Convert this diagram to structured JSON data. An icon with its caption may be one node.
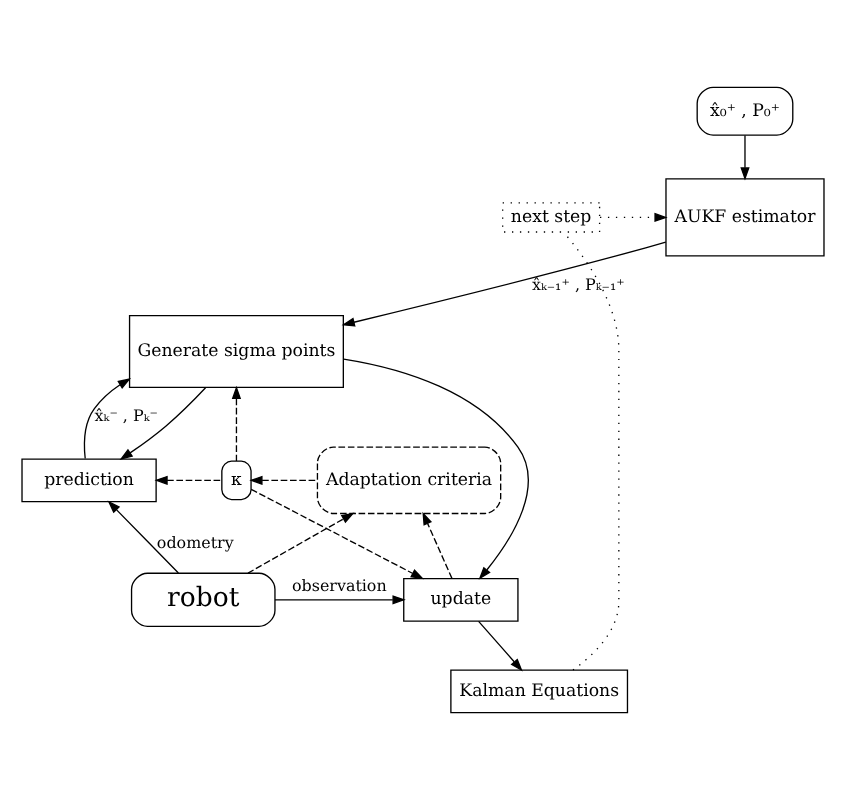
{
  "diagram": {
    "nodes": [
      {
        "text": [
          "x̂₀⁺ , P₀⁺"
        ]
      },
      {
        "text": [
          "AUKF estimator"
        ]
      },
      {
        "text": [
          "next step"
        ]
      },
      {
        "text": [
          "Generate sigma points"
        ]
      },
      {
        "text": [
          "prediction"
        ]
      },
      {
        "text": [
          "κ"
        ]
      },
      {
        "text": [
          "Adaptation criteria"
        ]
      },
      {
        "text": [
          "robot"
        ]
      },
      {
        "text": [
          "update"
        ]
      },
      {
        "text": [
          "Kalman Equations"
        ]
      }
    ],
    "edges": [
      {
        "from": 0,
        "to": 1,
        "arrow": "to"
      },
      {
        "from": 2,
        "to": 1,
        "arrow": "to",
        "style": "dashed"
      },
      {
        "from": 1,
        "to": 3,
        "arrow": "to",
        "label": "x̂ₖ₋₁⁺ , Pₖ₋₁⁺"
      },
      {
        "from": 3,
        "to": 4,
        "arrow": "to"
      },
      {
        "from": 4,
        "to": 3,
        "arrow": "to",
        "label": "x̂ₖ⁻ , Pₖ⁻"
      },
      {
        "from": 3,
        "to": 8,
        "arrow": "to"
      },
      {
        "from": 5,
        "to": 3,
        "arrow": "to",
        "style": "dashed"
      },
      {
        "from": 6,
        "to": 5,
        "arrow": "to",
        "style": "dashed"
      },
      {
        "from": 5,
        "to": 4,
        "arrow": "to",
        "style": "dashed"
      },
      {
        "from": 5,
        "to": 8,
        "arrow": "to",
        "style": "dashed"
      },
      {
        "from": 7,
        "to": 4,
        "arrow": "to",
        "label": "odometry"
      },
      {
        "from": 7,
        "to": 8,
        "arrow": "to",
        "label": "observation"
      },
      {
        "from": 8,
        "to": 6,
        "arrow": "to",
        "style": "dashed"
      },
      {
        "from": 7,
        "to": 6,
        "arrow": "to",
        "style": "dashed"
      },
      {
        "from": 8,
        "to": 9,
        "arrow": "to"
      },
      {
        "from": 9,
        "to": 2,
        "arrow": "none",
        "style": "dashed"
      }
    ]
  }
}
